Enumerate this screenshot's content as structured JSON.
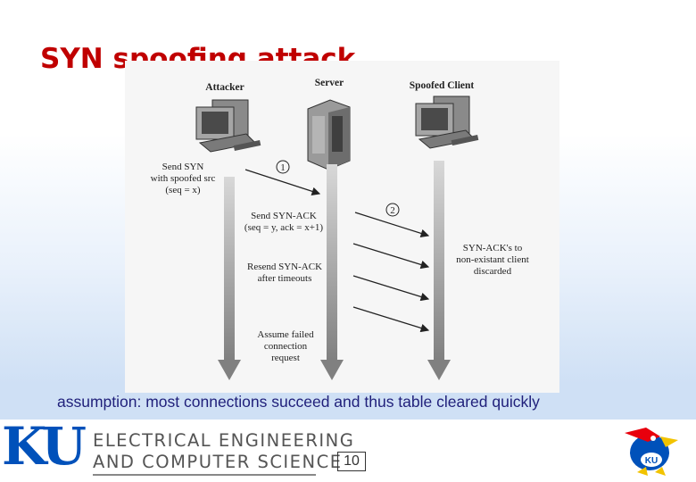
{
  "slide": {
    "title": "SYN spoofing attack",
    "caption": "assumption: most connections succeed and thus table cleared quickly",
    "page_number": "10"
  },
  "diagram": {
    "actors": {
      "attacker": "Attacker",
      "server": "Server",
      "spoofed_client": "Spoofed Client"
    },
    "steps": [
      "1",
      "2"
    ],
    "labels": {
      "send_syn": [
        "Send SYN",
        "with spoofed src",
        "(seq = x)"
      ],
      "send_synack": [
        "Send SYN-ACK",
        "(seq = y, ack = x+1)"
      ],
      "resend": [
        "Resend SYN-ACK",
        "after timeouts"
      ],
      "assume_failed": [
        "Assume failed",
        "connection",
        "request"
      ],
      "discarded": [
        "SYN-ACK's to",
        "non-existant client",
        "discarded"
      ]
    }
  },
  "footer": {
    "logo_text": "KU",
    "dept_line1": "ELECTRICAL ENGINEERING",
    "dept_line2": "AND COMPUTER SCIENCE"
  },
  "colors": {
    "title": "#c00000",
    "caption": "#1f1f7a",
    "ku_blue": "#0051ba",
    "ku_red": "#e8000d",
    "arrow_gray": "#909090"
  }
}
